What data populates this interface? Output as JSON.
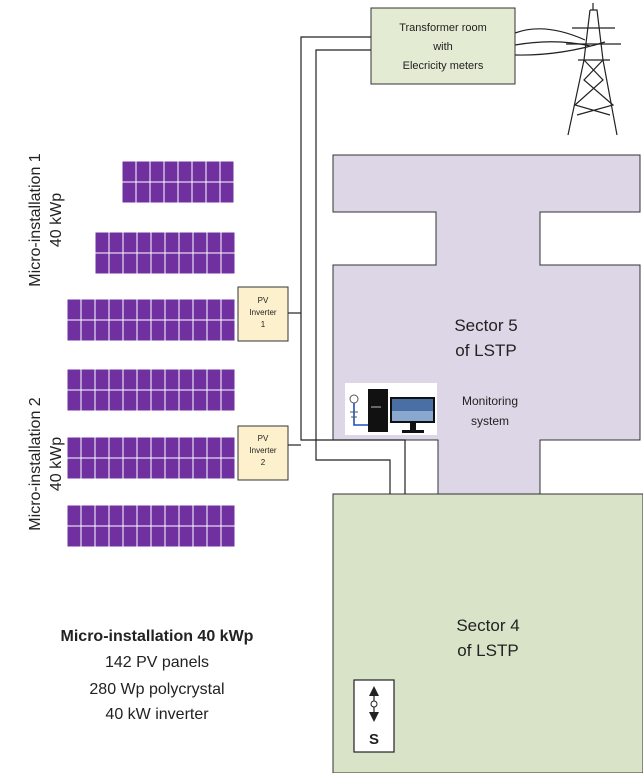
{
  "transformer": {
    "line1": "Transformer room",
    "line2": "with",
    "line3": "Elecricity meters"
  },
  "inverter1": {
    "line1": "PV",
    "line2": "Inverter",
    "line3": "1"
  },
  "inverter2": {
    "line1": "PV",
    "line2": "Inverter",
    "line3": "2"
  },
  "installation1": {
    "name": "Micro-installation 1",
    "power": "40 kWp"
  },
  "installation2": {
    "name": "Micro-installation 2",
    "power": "40 kWp"
  },
  "sector5": {
    "line1": "Sector 5",
    "line2": "of LSTP",
    "color": "#ddd6e6"
  },
  "sector4": {
    "line1": "Sector 4",
    "line2": "of LSTP",
    "color": "#d9e3c8"
  },
  "monitoring": {
    "line1": "Monitoring",
    "line2": "system"
  },
  "compass": {
    "label": "S"
  },
  "legend": {
    "title": "Micro-installation 40 kWp",
    "line1": "142 PV panels",
    "line2": "280 Wp polycrystal",
    "line3": "40 kW inverter"
  },
  "colors": {
    "pv_panel": "#7030a0",
    "inverter_box": "#fdf0cc",
    "transformer_box": "#e3ebd3"
  },
  "icons": [
    "transmission-tower-icon",
    "computer-icon",
    "compass-icon"
  ]
}
